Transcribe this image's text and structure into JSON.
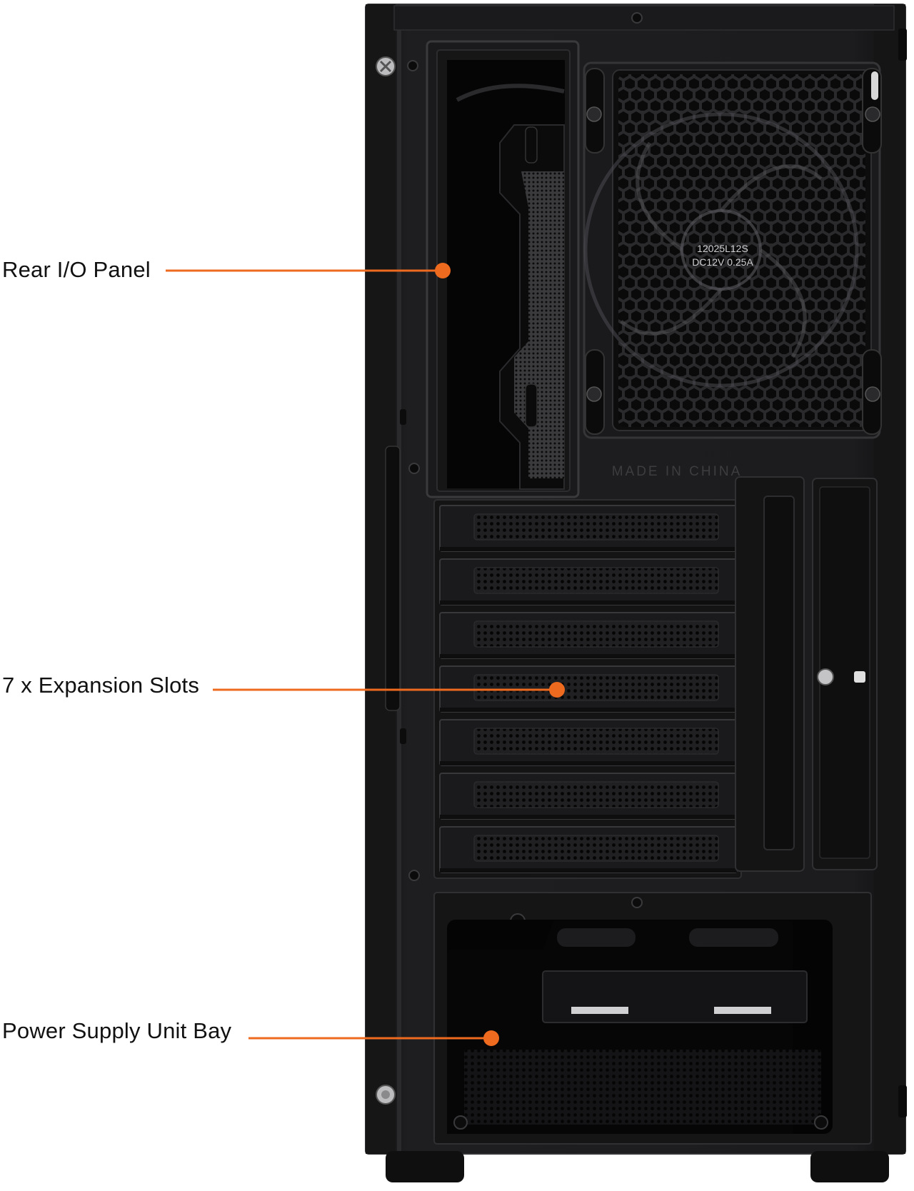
{
  "callouts": [
    {
      "id": "rear-io",
      "label": "Rear I/O Panel"
    },
    {
      "id": "slots",
      "label": "7 x Expansion Slots"
    },
    {
      "id": "psu",
      "label": "Power Supply Unit Bay"
    }
  ],
  "case": {
    "stamp_text": "MADE IN CHINA",
    "fan_label_line1": "12025L12S",
    "fan_label_line2": "DC12V 0.25A",
    "expansion_slot_count": 7
  },
  "colors": {
    "accent": "#ee6a1f",
    "case_body": "#1b1b1d",
    "case_dark": "#0d0d0e",
    "case_edge": "#2c2c2f",
    "label_text": "#111111"
  }
}
